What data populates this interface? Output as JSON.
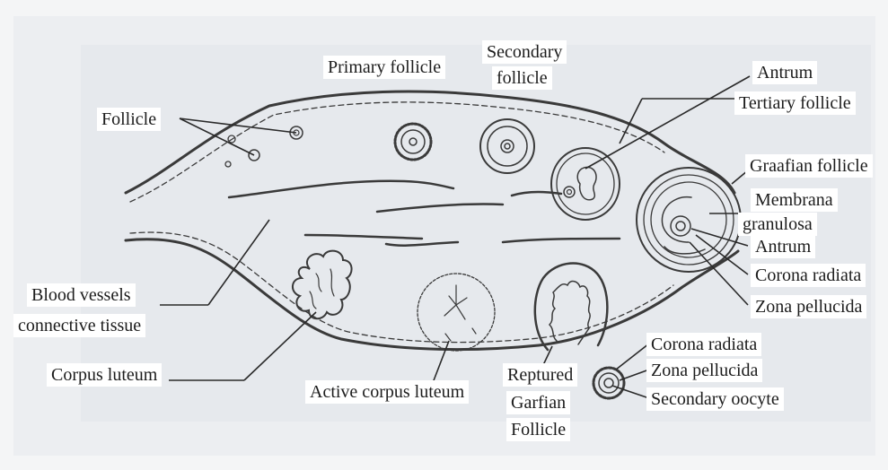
{
  "labels": {
    "follicle": "Follicle",
    "primary_follicle": "Primary follicle",
    "secondary_follicle_line1": "Secondary",
    "secondary_follicle_line2": "follicle",
    "antrum_top": "Antrum",
    "tertiary_follicle": "Tertiary follicle",
    "graafian_follicle": "Graafian follicle",
    "membrana_line1": "Membrana",
    "membrana_line2": "granulosa",
    "antrum_right": "Antrum",
    "corona_radiata_right": "Corona radiata",
    "zona_pellucida_right": "Zona pellucida",
    "blood_vessels": "Blood vessels",
    "connective_tissue": "connective tissue",
    "corpus_luteum": "Corpus luteum",
    "active_corpus_luteum": "Active corpus luteum",
    "reptured_line1": "Reptured",
    "reptured_line2": "Garfian",
    "reptured_line3": "Follicle",
    "corona_radiata_bottom": "Corona radiata",
    "zona_pellucida_bottom": "Zona pellucida",
    "secondary_oocyte": "Secondary oocyte"
  },
  "colors": {
    "ink": "#3a3a3a",
    "paper": "#f4f5f6",
    "label_bg": "#ffffff",
    "sheet": "#e9ebee"
  }
}
